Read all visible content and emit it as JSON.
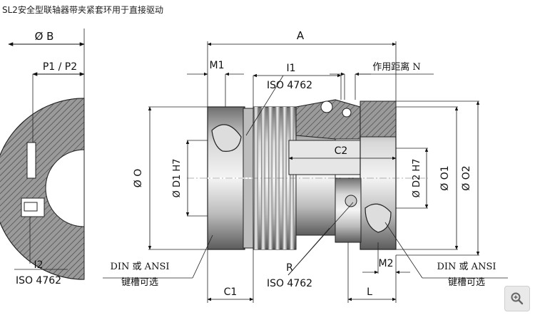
{
  "title": "SL2安全型联轴器带夹紧套环用于直接驱动",
  "labels": {
    "B": "Ø B",
    "P": "P1 / P2",
    "A": "A",
    "M1": "M1",
    "I1": "I1",
    "iso_top": "ISO 4762",
    "n_dist": "作用距离 N",
    "C2": "C2",
    "O_left": "Ø O",
    "D1": "Ø D1 H7",
    "D2": "Ø D2 H7",
    "O1": "Ø O1",
    "O2": "Ø O2",
    "I2": "I2",
    "iso_left": "ISO 4762",
    "din_left_1": "DIN 或 ANSI",
    "din_left_2": "键槽可选",
    "R": "R",
    "iso_bottom": "ISO 4762",
    "M2": "M2",
    "C1": "C1",
    "L": "L",
    "din_right_1": "DIN 或 ANSI",
    "din_right_2": "键槽可选"
  },
  "icons": {
    "zoom": "zoom-in-icon"
  }
}
